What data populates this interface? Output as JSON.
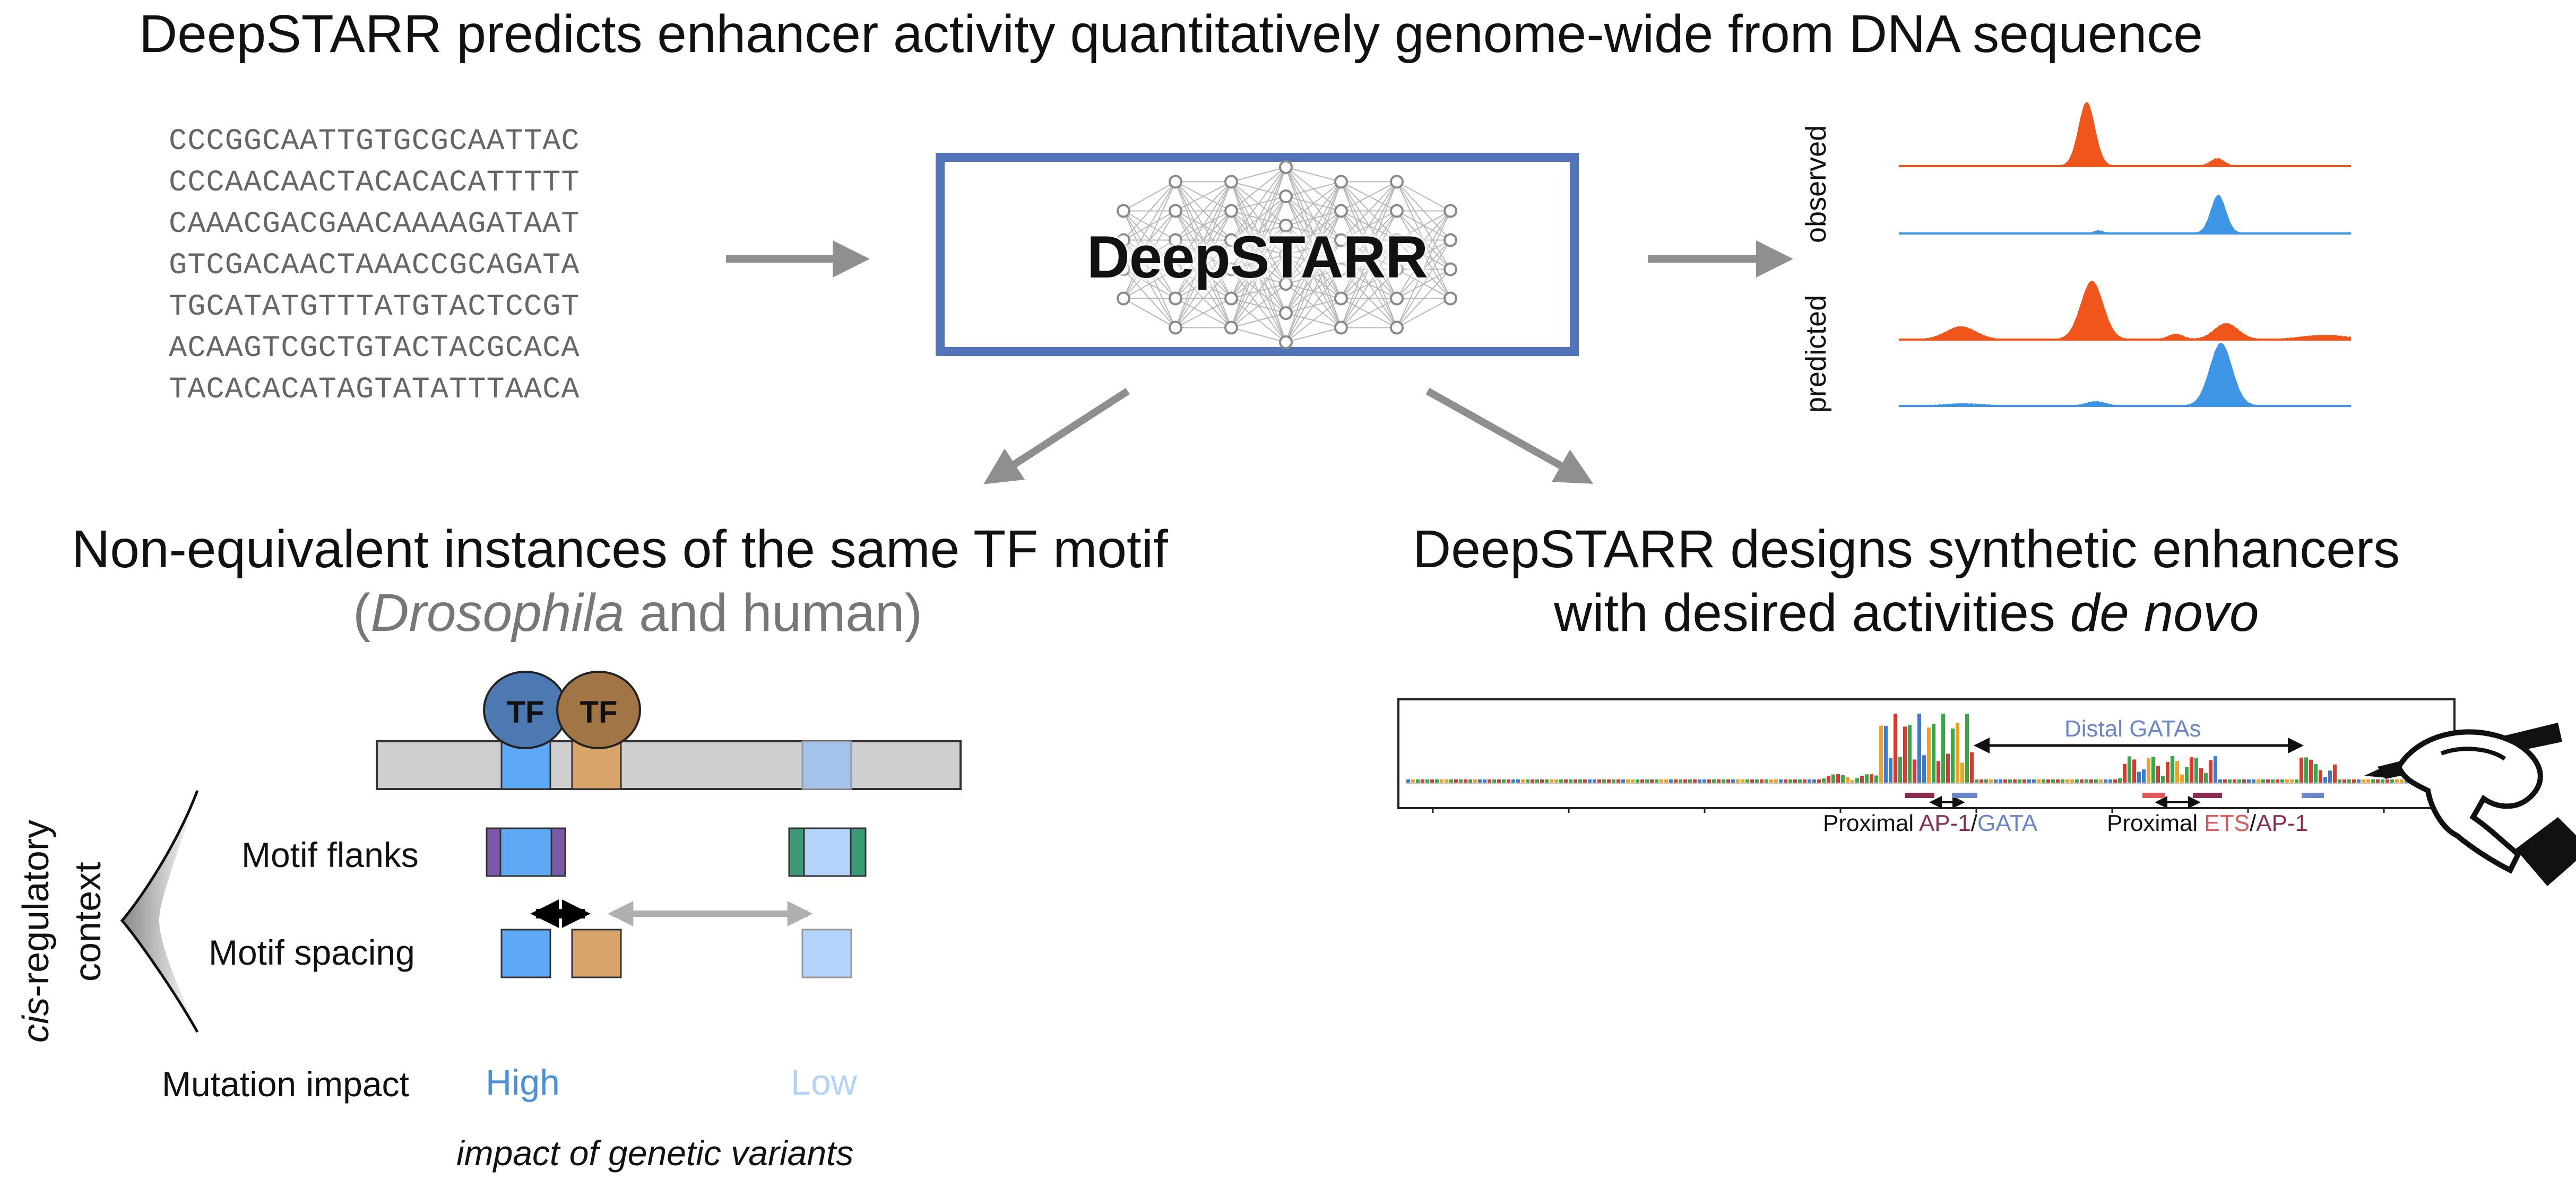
{
  "title": "DeepSTARR predicts enhancer activity quantitatively genome-wide from DNA sequence",
  "sequences": [
    "CCCGGCAATTGTGCGCAATTAC",
    "CCCAACAACTACACACATTTTT",
    "CAAACGACGAACAAAAGATAAT",
    "GTCGACAACTAAACCGCAGATA",
    "TGCATATGTTTATGTACTCCGT",
    "ACAAGTCGCTGTACTACGCACA",
    "TACACACATAGTATATTTAACA"
  ],
  "model_name": "DeepSTARR",
  "tracks": {
    "observed_label": "observed",
    "predicted_label": "predicted",
    "colors": {
      "dev": "#f0561c",
      "hk": "#3e95e6"
    }
  },
  "left_panel": {
    "title": "Non-equivalent instances of the same TF motif",
    "subtitle_open": "(",
    "subtitle_species": "Drosophila",
    "subtitle_rest": " and human)",
    "tf_label": "TF",
    "context_label_italic": "cis",
    "context_label_rest": "-regulatory",
    "context_label_line2": "context",
    "rows": {
      "flanks": "Motif flanks",
      "spacing": "Motif spacing",
      "impact": "Mutation impact"
    },
    "impact_high": "High",
    "impact_low": "Low",
    "footnote": "impact of genetic variants",
    "colors": {
      "motif_blue": "#5ea8f5",
      "motif_orange": "#d8a46a",
      "motif_light": "#b3d3fb",
      "flank_purple": "#7a5aa6",
      "flank_green": "#3b9a74",
      "tf_blue": "#4d79b3",
      "tf_brown": "#a27546",
      "dna_gray": "#cfcfcf",
      "high_text": "#4a90d9",
      "low_text": "#b3d3fb"
    }
  },
  "right_panel": {
    "title_line1": "DeepSTARR designs synthetic enhancers",
    "title_line2_start": "with desired activities ",
    "title_line2_italic": "de novo",
    "distal_label": "Distal GATAs",
    "proximal1_prefix": "Proximal ",
    "proximal1_a": "AP-1",
    "proximal1_sep": "/",
    "proximal1_b": "GATA",
    "proximal2_prefix": "Proximal ",
    "proximal2_a": "ETS",
    "proximal2_sep": "/",
    "proximal2_b": "AP-1",
    "colors": {
      "ap1": "#8b2c4f",
      "gata": "#6a86c6",
      "ets": "#e0575a"
    }
  }
}
